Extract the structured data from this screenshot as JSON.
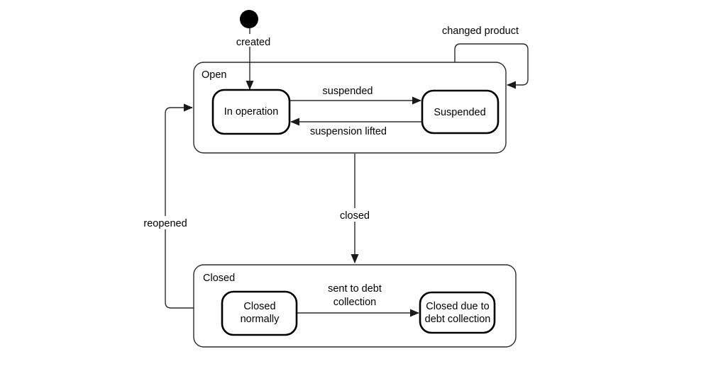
{
  "diagram": {
    "kind": "uml-state-machine",
    "colors": {
      "background": "#ffffff",
      "line": "#2b2b2b",
      "state_border": "#000000",
      "text": "#000000"
    },
    "states": {
      "open": {
        "label": "Open"
      },
      "in_operation": {
        "label": "In operation"
      },
      "suspended": {
        "label": "Suspended"
      },
      "closed": {
        "label": "Closed"
      },
      "closed_normally": {
        "label": "Closed normally",
        "line1": "Closed",
        "line2": "normally"
      },
      "closed_debt": {
        "label": "Closed due to debt collection",
        "line1": "Closed due to",
        "line2": "debt collection"
      }
    },
    "transitions": {
      "created": {
        "label": "created",
        "from": "initial",
        "to": "In operation"
      },
      "suspended": {
        "label": "suspended",
        "from": "In operation",
        "to": "Suspended"
      },
      "suspension_lifted": {
        "label": "suspension lifted",
        "from": "Suspended",
        "to": "In operation"
      },
      "changed_product": {
        "label": "changed product",
        "from": "Open",
        "to": "Open"
      },
      "closed": {
        "label": "closed",
        "from": "Open",
        "to": "Closed"
      },
      "reopened": {
        "label": "reopened",
        "from": "Closed",
        "to": "Open"
      },
      "sent_to_debt_collection": {
        "label": "sent to debt collection",
        "line1": "sent to debt",
        "line2": "collection",
        "from": "Closed normally",
        "to": "Closed due to debt collection"
      }
    }
  }
}
